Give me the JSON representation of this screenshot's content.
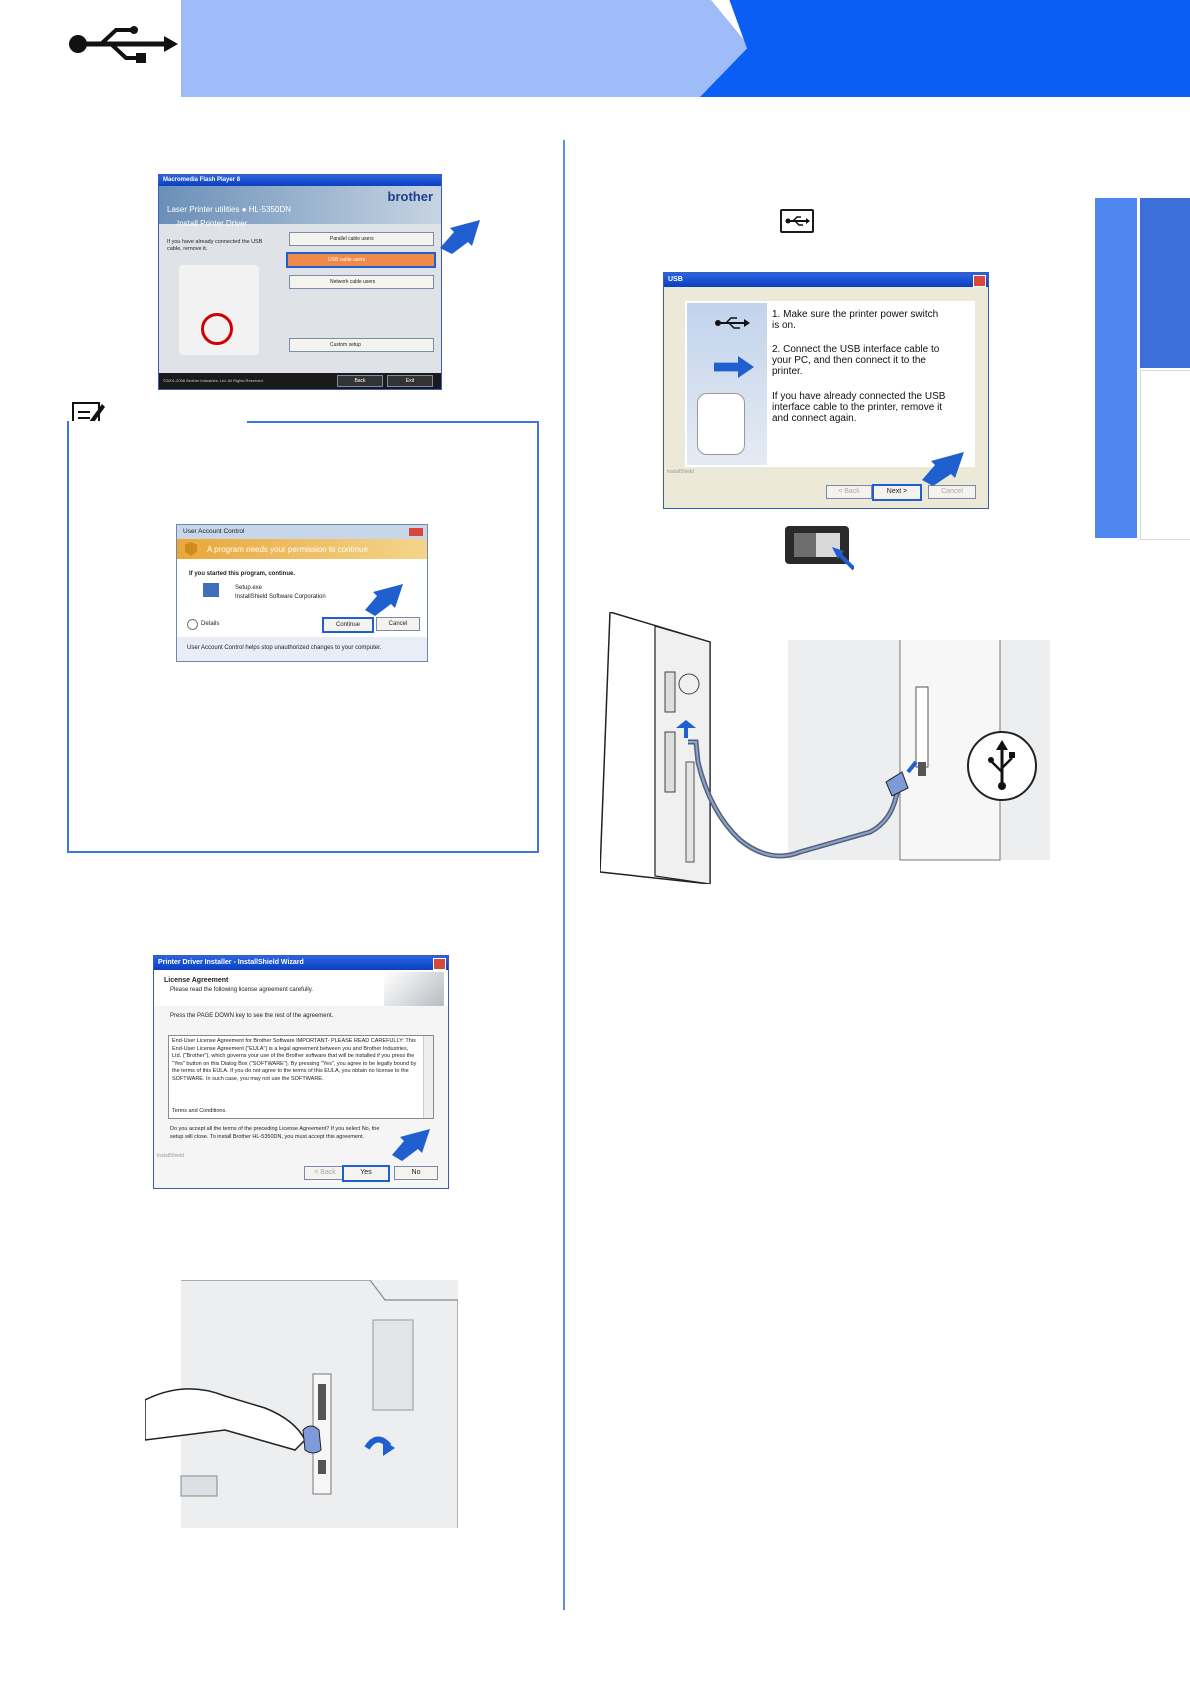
{
  "header": {
    "usb_icon": "usb-icon",
    "colors": {
      "light": "#a8c4f8",
      "dark": "#0a5ef5"
    }
  },
  "installer_window": {
    "title": "Macromedia Flash Player 8",
    "brand": "brother",
    "model": "Laser Printer utilities ● HL-5350DN",
    "heading": "Install Printer Driver",
    "note": "If you have already connected the USB cable, remove it.",
    "options": [
      "Parallel cable users",
      "USB cable users",
      "Network cable users",
      "Custom setup"
    ],
    "footer": "©2001-2006 Brother Industries, Ltd. All Rights Reserved.",
    "back": "Back",
    "exit": "Exit"
  },
  "uac_dialog": {
    "title": "User Account Control",
    "message": "A program needs your permission to continue",
    "started": "If you started this program, continue.",
    "program": "Setup.exe",
    "publisher": "InstallShield Software Corporation",
    "details": "Details",
    "continue": "Continue",
    "cancel": "Cancel",
    "footer": "User Account Control helps stop unauthorized changes to your computer."
  },
  "license_dialog": {
    "title": "Printer Driver Installer - InstallShield Wizard",
    "heading": "License Agreement",
    "subheading": "Please read the following license agreement carefully.",
    "instruction": "Press the PAGE DOWN key to see the rest of the agreement.",
    "agreement": "End-User License Agreement for Brother Software IMPORTANT- PLEASE READ CAREFULLY: This End-User License Agreement (\"EULA\") is a legal agreement between you and Brother Industries, Ltd. (\"Brother\"), which governs your use of the Brother software that will be installed if you press the \"Yes\" button on this Dialog Box (\"SOFTWARE\"). By pressing \"Yes\", you agree to be legally bound by the terms of this EULA. If you do not agree to the terms of this EULA, you obtain no license to the SOFTWARE. In such case, you may not use the SOFTWARE.",
    "terms": "Terms and Conditions.",
    "question": "Do you accept all the terms of the preceding License Agreement? If you select No, the setup will close. To install Brother HL-5350DN, you must accept this agreement.",
    "installshield": "InstallShield",
    "back": "< Back",
    "yes": "Yes",
    "no": "No"
  },
  "usb_dialog": {
    "title": "USB",
    "step1": "1. Make sure the printer power switch is on.",
    "step2": "2. Connect the USB interface cable to your PC, and then connect it to the printer.",
    "step3": "If you have already connected the USB interface cable to the printer, remove it and connect again.",
    "installshield": "InstallShield",
    "back": "< Back",
    "next": "Next >",
    "cancel": "Cancel"
  }
}
